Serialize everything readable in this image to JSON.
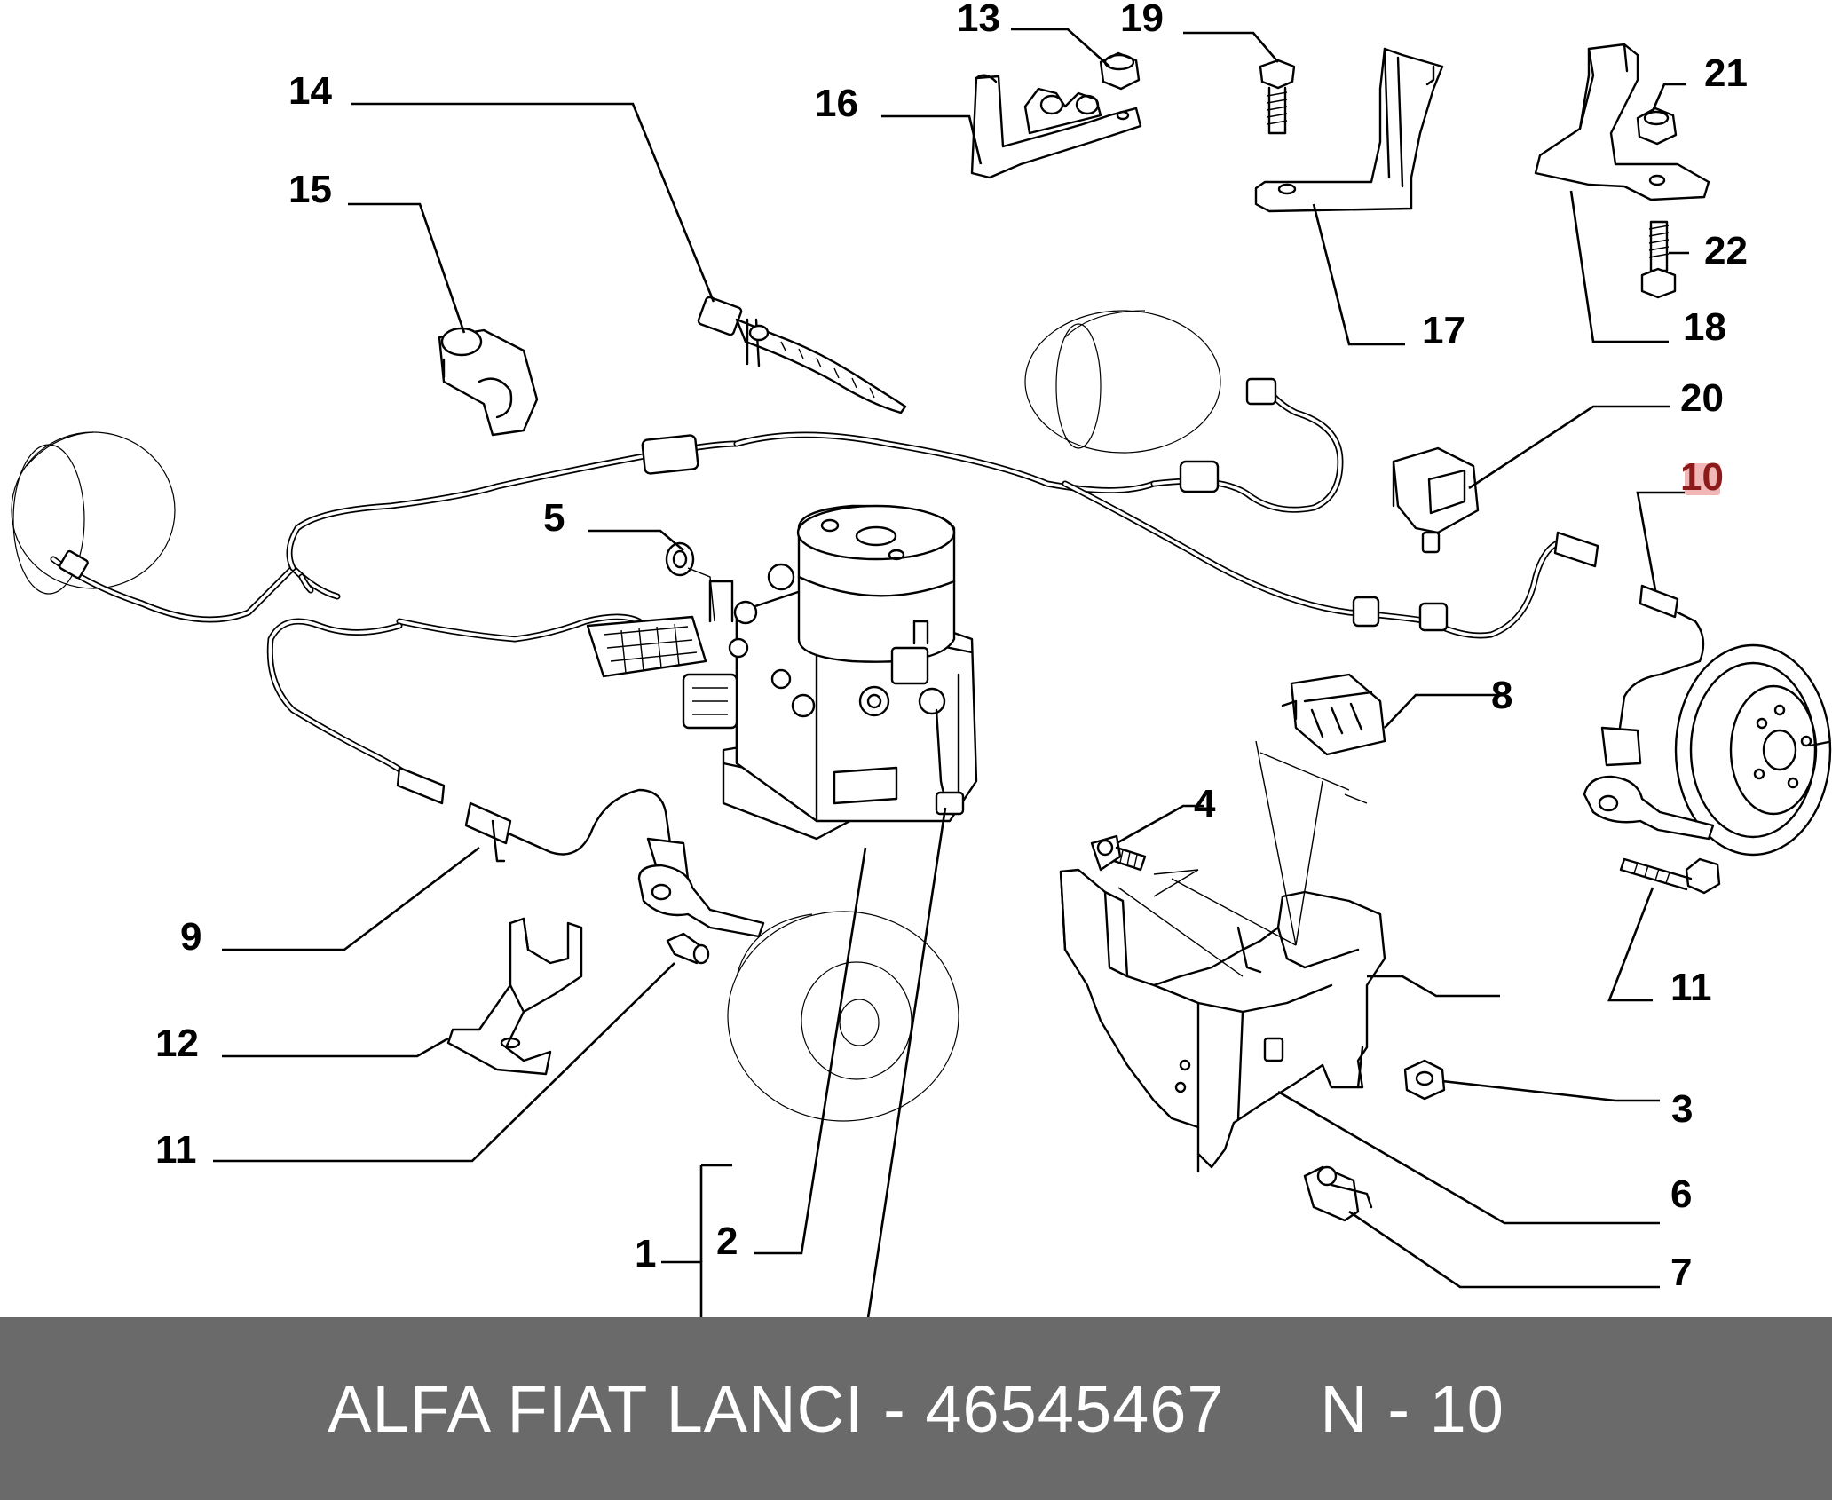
{
  "callouts": {
    "c1": "1",
    "c2": "2",
    "c3": "3",
    "c4": "4",
    "c5": "5",
    "c6": "6",
    "c7": "7",
    "c8": "8",
    "c9": "9",
    "c10": "10",
    "c11a": "11",
    "c11b": "11",
    "c12": "12",
    "c13": "13",
    "c14": "14",
    "c15": "15",
    "c16": "16",
    "c17": "17",
    "c18": "18",
    "c19": "19",
    "c20": "20",
    "c21": "21",
    "c22": "22"
  },
  "highlighted_callout": "10",
  "footer": {
    "text": "ALFA FIAT LANCI - 46545467     N - 10"
  },
  "colors": {
    "footer_background": "#6a6a6a",
    "footer_text": "#ffffff",
    "highlight_marker": "#f1b6b6"
  }
}
